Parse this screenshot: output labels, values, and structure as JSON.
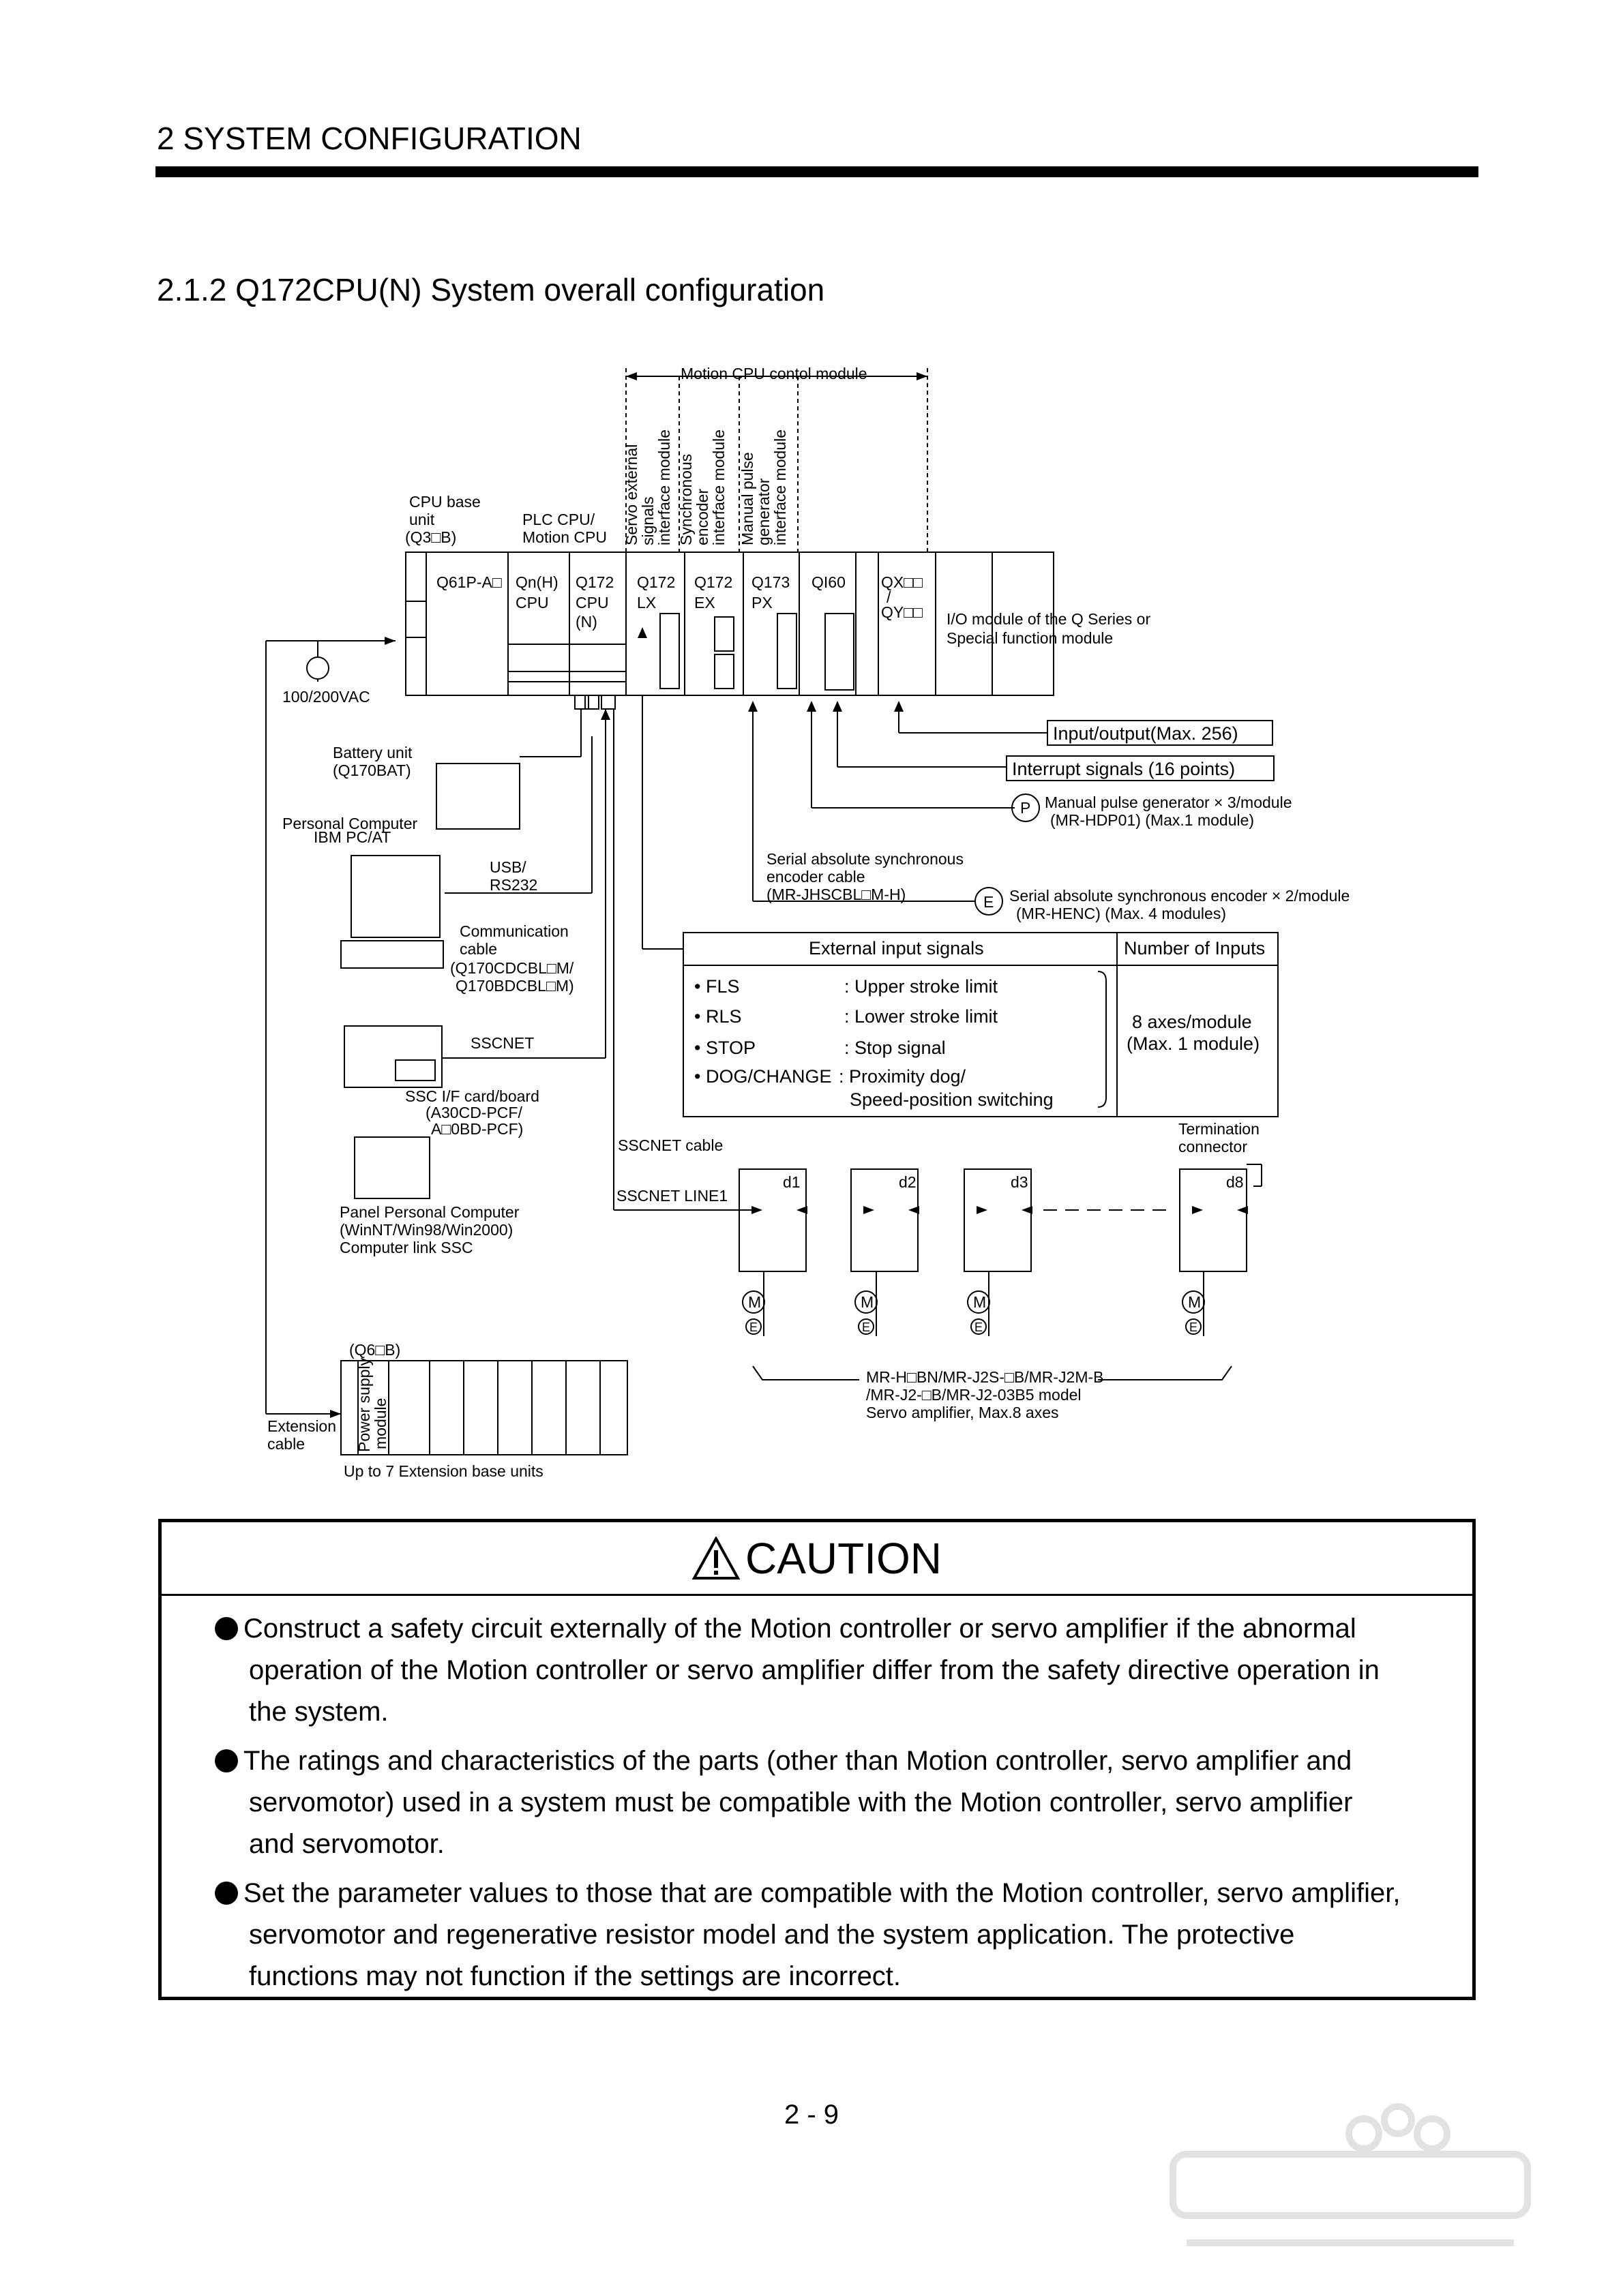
{
  "header": {
    "title": "2   SYSTEM CONFIGURATION"
  },
  "section": {
    "title": "2.1.2 Q172CPU(N) System overall configuration"
  },
  "diagram": {
    "motion_module_label": "Motion CPU contol module",
    "vertical_labels": [
      "Servo external",
      "signals",
      "interface module",
      "Synchronous",
      "encoder",
      "interface module",
      "Manual pulse",
      "generator",
      "interface module"
    ],
    "cpu_base_unit": [
      "CPU base",
      "unit",
      "(Q3□B)"
    ],
    "plc_cpu": [
      "PLC CPU/",
      "Motion CPU"
    ],
    "slots": [
      [
        "Q61P-A□"
      ],
      [
        "Qn(H)",
        "CPU"
      ],
      [
        "Q172",
        "CPU",
        "(N)"
      ],
      [
        "Q172",
        "LX"
      ],
      [
        "Q172",
        "EX"
      ],
      [
        "Q173",
        "PX"
      ],
      [
        "QI60"
      ],
      [
        "QX□□",
        "/",
        "QY□□"
      ]
    ],
    "io_module_label": [
      "I/O module of the Q Series or",
      "Special function module"
    ],
    "power_label": "100/200VAC",
    "input_output": "Input/output(Max. 256)",
    "interrupt_signals": "Interrupt signals (16 points)",
    "mpg": [
      "Manual pulse generator × 3/module",
      "(MR-HDP01) (Max.1 module)"
    ],
    "mpg_symbol": "P",
    "encoder_cable": [
      "Serial absolute synchronous",
      "encoder cable",
      "(MR-JHSCBL□M-H)"
    ],
    "encoder": [
      "Serial absolute synchronous encoder × 2/module",
      "(MR-HENC) (Max. 4 modules)"
    ],
    "encoder_symbol": "E",
    "battery": [
      "Battery unit",
      "(Q170BAT)"
    ],
    "pc": [
      "Personal Computer",
      "IBM PC/AT"
    ],
    "usb": [
      "USB/",
      "RS232"
    ],
    "comm_cable": [
      "Communication",
      "cable",
      "(Q170CDCBL□M/",
      "Q170BDCBL□M)"
    ],
    "sscnet": "SSCNET",
    "ssc_card": [
      "SSC I/F card/board",
      "(A30CD-PCF/",
      "A□0BD-PCF)"
    ],
    "panel_pc": [
      "Panel Personal Computer",
      "(WinNT/Win98/Win2000)",
      "Computer link SSC"
    ],
    "ext_table": {
      "header_left": "External input signals",
      "header_right": "Number of Inputs",
      "rows": [
        {
          "name": "• FLS",
          "desc": ": Upper stroke limit"
        },
        {
          "name": "• RLS",
          "desc": ": Lower stroke limit"
        },
        {
          "name": "• STOP",
          "desc": ": Stop signal"
        },
        {
          "name": "• DOG/CHANGE",
          "desc": ": Proximity dog/"
        }
      ],
      "row4_cont": "Speed-position switching",
      "count": [
        "8 axes/module",
        "(Max. 1 module)"
      ]
    },
    "sscnet_cable": "SSCNET cable",
    "sscnet_line": "SSCNET LINE1",
    "termination": [
      "Termination",
      "connector"
    ],
    "axes": [
      "d1",
      "d2",
      "d3",
      "d8"
    ],
    "motor": "M",
    "enc": "E",
    "amp_label": [
      "MR-H□BN/MR-J2S-□B/MR-J2M-B",
      "/MR-J2-□B/MR-J2-03B5 model",
      "Servo amplifier, Max.8 axes"
    ],
    "ext_base": "(Q6□B)",
    "psu_label": [
      "Power supply",
      "module"
    ],
    "ext_cable": [
      "Extension",
      "cable"
    ],
    "ext_units": "Up to 7 Extension base units"
  },
  "caution": {
    "title": "CAUTION",
    "items": [
      [
        "Construct a safety circuit externally of the Motion controller or servo amplifier if the abnormal",
        "operation of the Motion controller or servo amplifier differ from the safety directive operation in",
        "the system."
      ],
      [
        "The ratings and characteristics of the parts (other than Motion controller, servo amplifier and",
        "servomotor) used in a system must be compatible with the Motion controller, servo amplifier",
        "and servomotor."
      ],
      [
        "Set the parameter values to those that are compatible with the Motion controller, servo amplifier,",
        "servomotor and regenerative resistor model and the system application. The protective",
        "functions may not function if the settings are incorrect."
      ]
    ]
  },
  "page_number": "2 - 9"
}
